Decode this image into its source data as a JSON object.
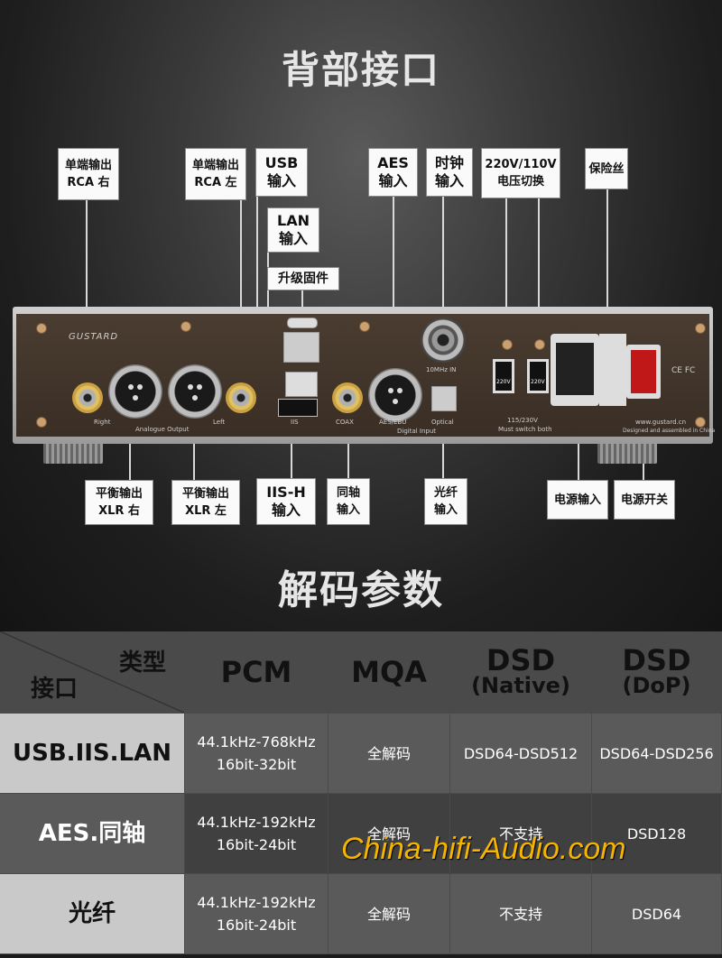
{
  "section1_title": "背部接口",
  "section2_title": "解码参数",
  "top_labels": {
    "rca_right": [
      "单端输出",
      "RCA 右"
    ],
    "rca_left": [
      "单端输出",
      "RCA 左"
    ],
    "usb": [
      "USB",
      "输入"
    ],
    "lan": [
      "LAN",
      "输入"
    ],
    "firmware": "升级固件",
    "aes": [
      "AES",
      "输入"
    ],
    "clock": [
      "时钟",
      "输入"
    ],
    "voltage": [
      "220V/110V",
      "电压切换"
    ],
    "fuse": "保险丝"
  },
  "bottom_labels": {
    "xlr_right": [
      "平衡输出",
      "XLR 右"
    ],
    "xlr_left": [
      "平衡输出",
      "XLR 左"
    ],
    "iis": [
      "IIS-H",
      "输入"
    ],
    "coax": [
      "同轴",
      "输入"
    ],
    "optical": [
      "光纤",
      "输入"
    ],
    "power_in": "电源输入",
    "power_switch": "电源开关"
  },
  "panel_text": {
    "brand": "GUSTARD",
    "right": "Right",
    "left": "Left",
    "analogue": "Analogue Output",
    "iis": "IIS",
    "coax": "COAX",
    "aes": "AES/EBU",
    "optical": "Optical",
    "digital": "Digital Input",
    "clock": "10MHz IN",
    "v1": "220V",
    "v2": "220V",
    "vnote": "115/230V",
    "vnote2": "Must switch both",
    "site": "www.gustard.cn",
    "made": "Designed and assembled in China",
    "cert": "CE FC"
  },
  "table": {
    "header_type": "类型",
    "header_iface": "接口",
    "columns": [
      {
        "main": "PCM",
        "sub": ""
      },
      {
        "main": "MQA",
        "sub": ""
      },
      {
        "main": "DSD",
        "sub": "(Native)"
      },
      {
        "main": "DSD",
        "sub": "(DoP)"
      }
    ],
    "rows": [
      {
        "name": "USB.IIS.LAN",
        "pcm": [
          "44.1kHz-768kHz",
          "16bit-32bit"
        ],
        "mqa": "全解码",
        "native": "DSD64-DSD512",
        "dop": "DSD64-DSD256"
      },
      {
        "name": "AES.同轴",
        "pcm": [
          "44.1kHz-192kHz",
          "16bit-24bit"
        ],
        "mqa": "全解码",
        "native": "不支持",
        "dop": "DSD128"
      },
      {
        "name": "光纤",
        "pcm": [
          "44.1kHz-192kHz",
          "16bit-24bit"
        ],
        "mqa": "全解码",
        "native": "不支持",
        "dop": "DSD64"
      }
    ]
  },
  "watermark": "China-hifi-Audio.com"
}
